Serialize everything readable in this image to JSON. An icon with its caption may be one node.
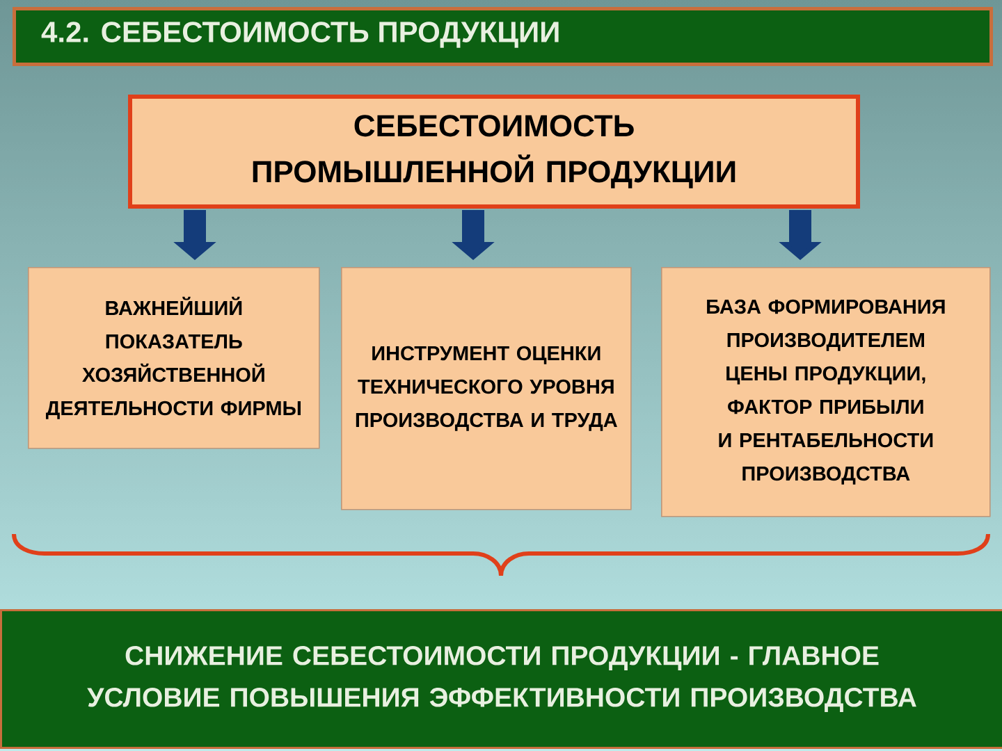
{
  "diagram": {
    "title": "4.2.  СЕБЕСТОИМОСТЬ ПРОДУКЦИИ",
    "nodes": [
      {
        "text": [
          "СЕБЕСТОИМОСТЬ ПРОМЫШЛЕННОЙ ПРОДУКЦИИ"
        ]
      },
      {
        "text": [
          "ВАЖНЕЙШИЙ ПОКАЗАТЕЛЬ ХОЗЯЙСТВЕННОЙ ДЕЯТЕЛЬНОСТИ ФИРМЫ"
        ]
      },
      {
        "text": [
          "ИНСТРУМЕНТ ОЦЕНКИ ТЕХНИЧЕСКОГО УРОВНЯ ПРОИЗВОДСТВА И ТРУДА"
        ]
      },
      {
        "text": [
          "БАЗА ФОРМИРОВАНИЯ ПРОИЗВОДИТЕЛЕМ ЦЕНЫ ПРОДУКЦИИ, ФАКТОР ПРИБЫЛИ И РЕНТАБЕЛЬНОСТИ ПРОИЗВОДСТВА"
        ]
      },
      {
        "text": [
          "СНИЖЕНИЕ СЕБЕСТОИМОСТИ ПРОДУКЦИИ - ГЛАВНОЕ УСЛОВИЕ ПОВЫШЕНИЯ ЭФФЕКТИВНОСТИ ПРОИЗВОДСТВА"
        ]
      }
    ],
    "edges": [
      {
        "from": 0,
        "to": 1,
        "arrow": "to"
      },
      {
        "from": 0,
        "to": 2,
        "arrow": "to"
      },
      {
        "from": 0,
        "to": 3,
        "arrow": "to"
      }
    ]
  }
}
